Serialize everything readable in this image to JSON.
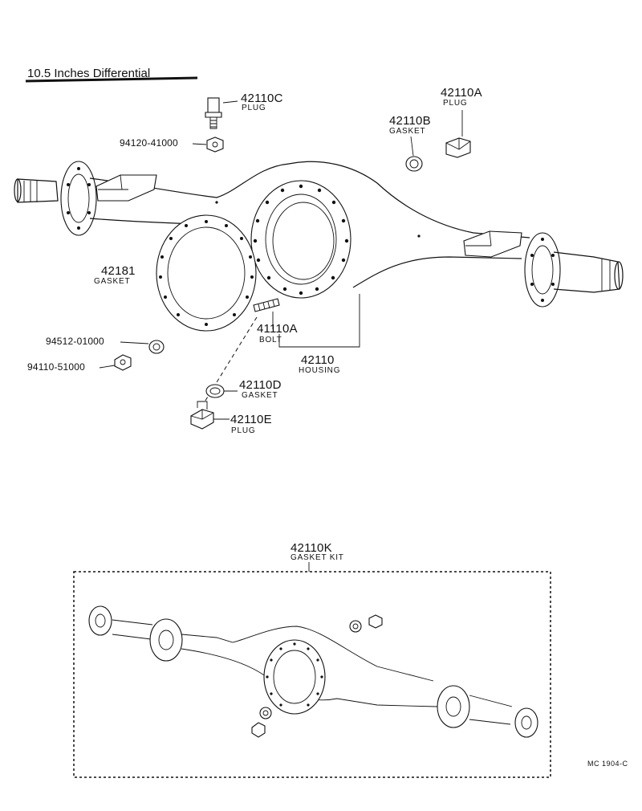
{
  "title": "10.5  Inches  Differential",
  "parts": [
    {
      "key": "p42110C",
      "number": "42110C",
      "name": "PLUG"
    },
    {
      "key": "p42110A",
      "number": "42110A",
      "name": "PLUG"
    },
    {
      "key": "p42110B",
      "number": "42110B",
      "name": "GASKET"
    },
    {
      "key": "p94120",
      "number": "94120-41000",
      "name": ""
    },
    {
      "key": "p42181",
      "number": "42181",
      "name": "GASKET"
    },
    {
      "key": "p41110A",
      "number": "41110A",
      "name": "BOLT"
    },
    {
      "key": "p42110",
      "number": "42110",
      "name": "HOUSING"
    },
    {
      "key": "p94512",
      "number": "94512-01000",
      "name": ""
    },
    {
      "key": "p94110",
      "number": "94110-51000",
      "name": ""
    },
    {
      "key": "p42110D",
      "number": "42110D",
      "name": "GASKET"
    },
    {
      "key": "p42110E",
      "number": "42110E",
      "name": "PLUG"
    },
    {
      "key": "p42110K",
      "number": "42110K",
      "name": "GASKET KIT"
    }
  ],
  "figure_code": "MC  1904-C"
}
